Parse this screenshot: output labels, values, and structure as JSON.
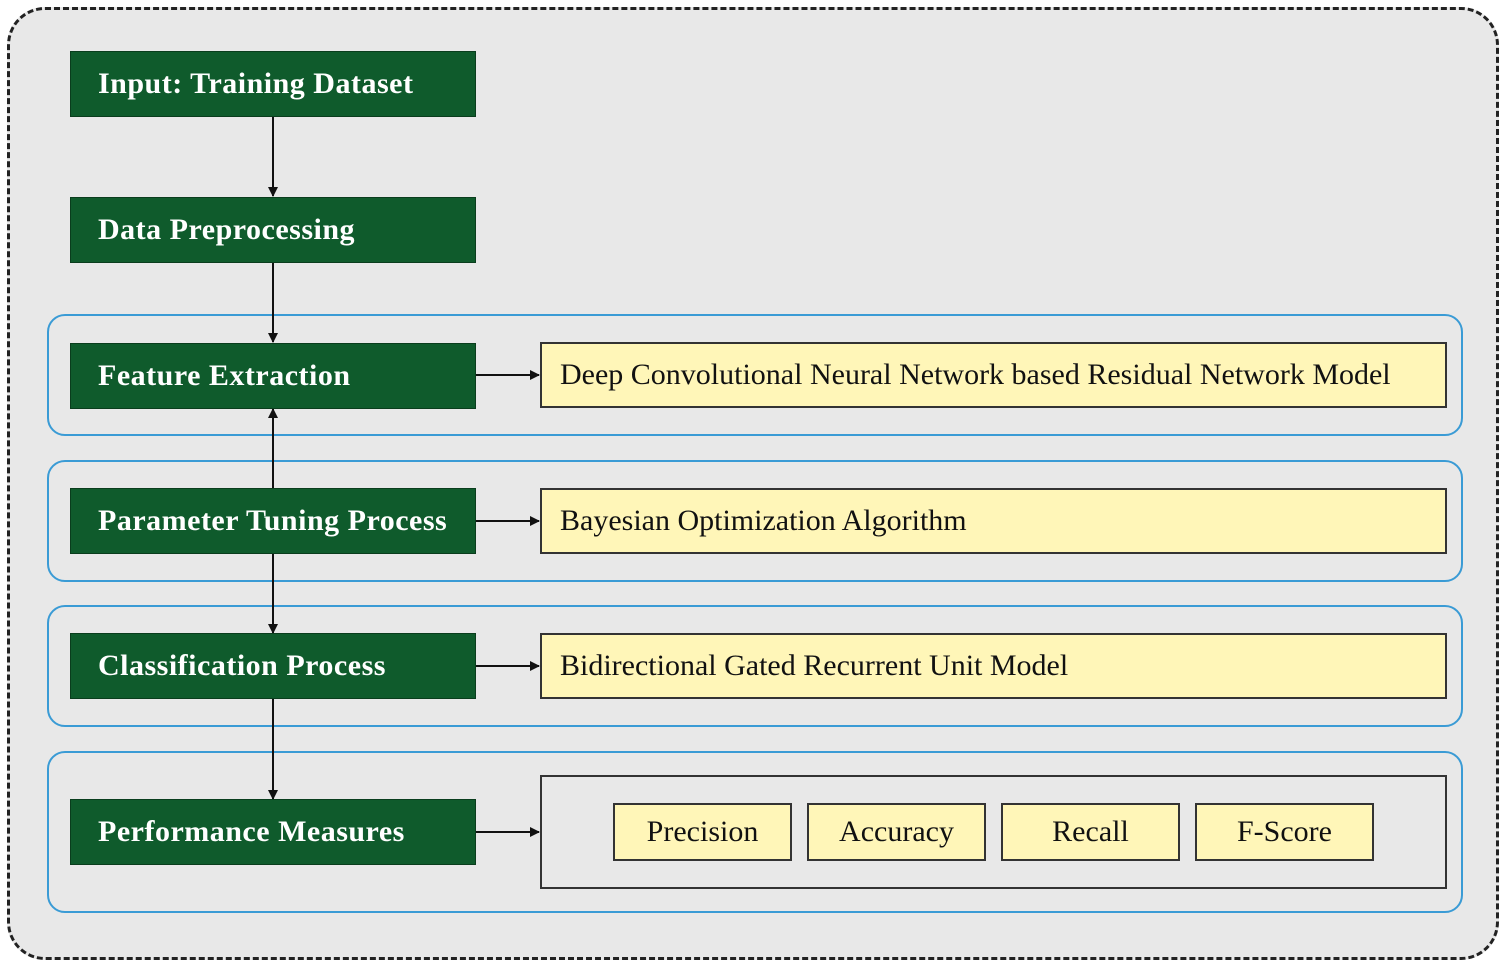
{
  "steps": {
    "input": "Input: Training Dataset",
    "preprocessing": "Data Preprocessing",
    "feature_extraction": "Feature Extraction",
    "parameter_tuning": "Parameter Tuning Process",
    "classification": "Classification Process",
    "performance": "Performance Measures"
  },
  "methods": {
    "feature_extraction": "Deep Convolutional Neural Network based Residual Network Model",
    "parameter_tuning": "Bayesian Optimization Algorithm",
    "classification": "Bidirectional Gated Recurrent Unit Model"
  },
  "metrics": [
    "Precision",
    "Accuracy",
    "Recall",
    "F-Score"
  ],
  "colors": {
    "step_fill": "#0f5b2c",
    "method_fill": "#fff6b8",
    "band_border": "#3a9bd5",
    "frame_fill": "#e8e8e8"
  }
}
